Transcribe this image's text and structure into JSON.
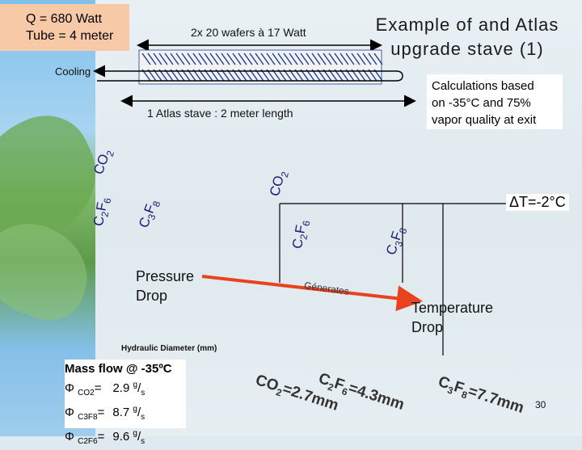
{
  "header": {
    "info_line1": "Q = 680 Watt",
    "info_line2": "Tube = 4 meter",
    "title_line1": "Example of and Atlas",
    "title_line2": "upgrade stave (1)"
  },
  "stave": {
    "wafers": "2x 20 wafers à 17 Watt",
    "cooling": "Cooling",
    "length": "1 Atlas stave :  2 meter length"
  },
  "calc": {
    "line1": "Calculations based",
    "line2": "on -35°C and  75%",
    "line3": "vapor quality at exit"
  },
  "labels": {
    "co2_a": "CO",
    "co2_a_sub": "2",
    "c2f6_a": "C",
    "c2f6_a_sub1": "2",
    "c2f6_a_mid": "F",
    "c2f6_a_sub2": "6",
    "c3f8_a": "C",
    "c3f8_a_sub1": "3",
    "c3f8_a_mid": "F",
    "c3f8_a_sub2": "8",
    "co2_b": "CO",
    "co2_b_sub": "2",
    "c2f6_b": "C",
    "c2f6_b_sub1": "2",
    "c2f6_b_mid": "F",
    "c2f6_b_sub2": "6",
    "c3f8_b": "C",
    "c3f8_b_sub1": "3",
    "c3f8_b_mid": "F",
    "c3f8_b_sub2": "8",
    "delta_t": "ΔT=-2°C",
    "pressure_line1": "Pressure",
    "pressure_line2": "Drop",
    "generates": "Génerates",
    "temp_line1": "Temperature",
    "temp_line2": "Drop",
    "hydraulic": "Hydraulic Diameter (mm)"
  },
  "mass_flow": {
    "title": "Mass flow @ -35ºC",
    "rows": [
      {
        "phi": "Φ",
        "sub": "CO2",
        "eq": "=",
        "value": "2.9 ",
        "unit_sup": "g",
        "unit_sub": "s"
      },
      {
        "phi": "Φ",
        "sub": "C3F8",
        "eq": "=",
        "value": "8.7 ",
        "unit_sup": "g",
        "unit_sub": "s"
      },
      {
        "phi": "Φ",
        "sub": "C2F6",
        "eq": "=",
        "value": "9.6 ",
        "unit_sup": "g",
        "unit_sub": "s"
      }
    ]
  },
  "results": {
    "co2_main": "CO",
    "co2_sub": "2",
    "co2_val": "=2.7mm",
    "c2f6_main": "C",
    "c2f6_sub1": "2",
    "c2f6_mid": "F",
    "c2f6_sub2": "6",
    "c2f6_val": "=4.3mm",
    "c3f8_main": "C",
    "c3f8_sub1": "3",
    "c3f8_mid": "F",
    "c3f8_sub2": "8",
    "c3f8_val": "=7.7mm"
  },
  "page_number": "30",
  "colors": {
    "info_box": "#f7c9a6",
    "arrow": "#e8431e",
    "label_blue": "#1b1b7a"
  }
}
